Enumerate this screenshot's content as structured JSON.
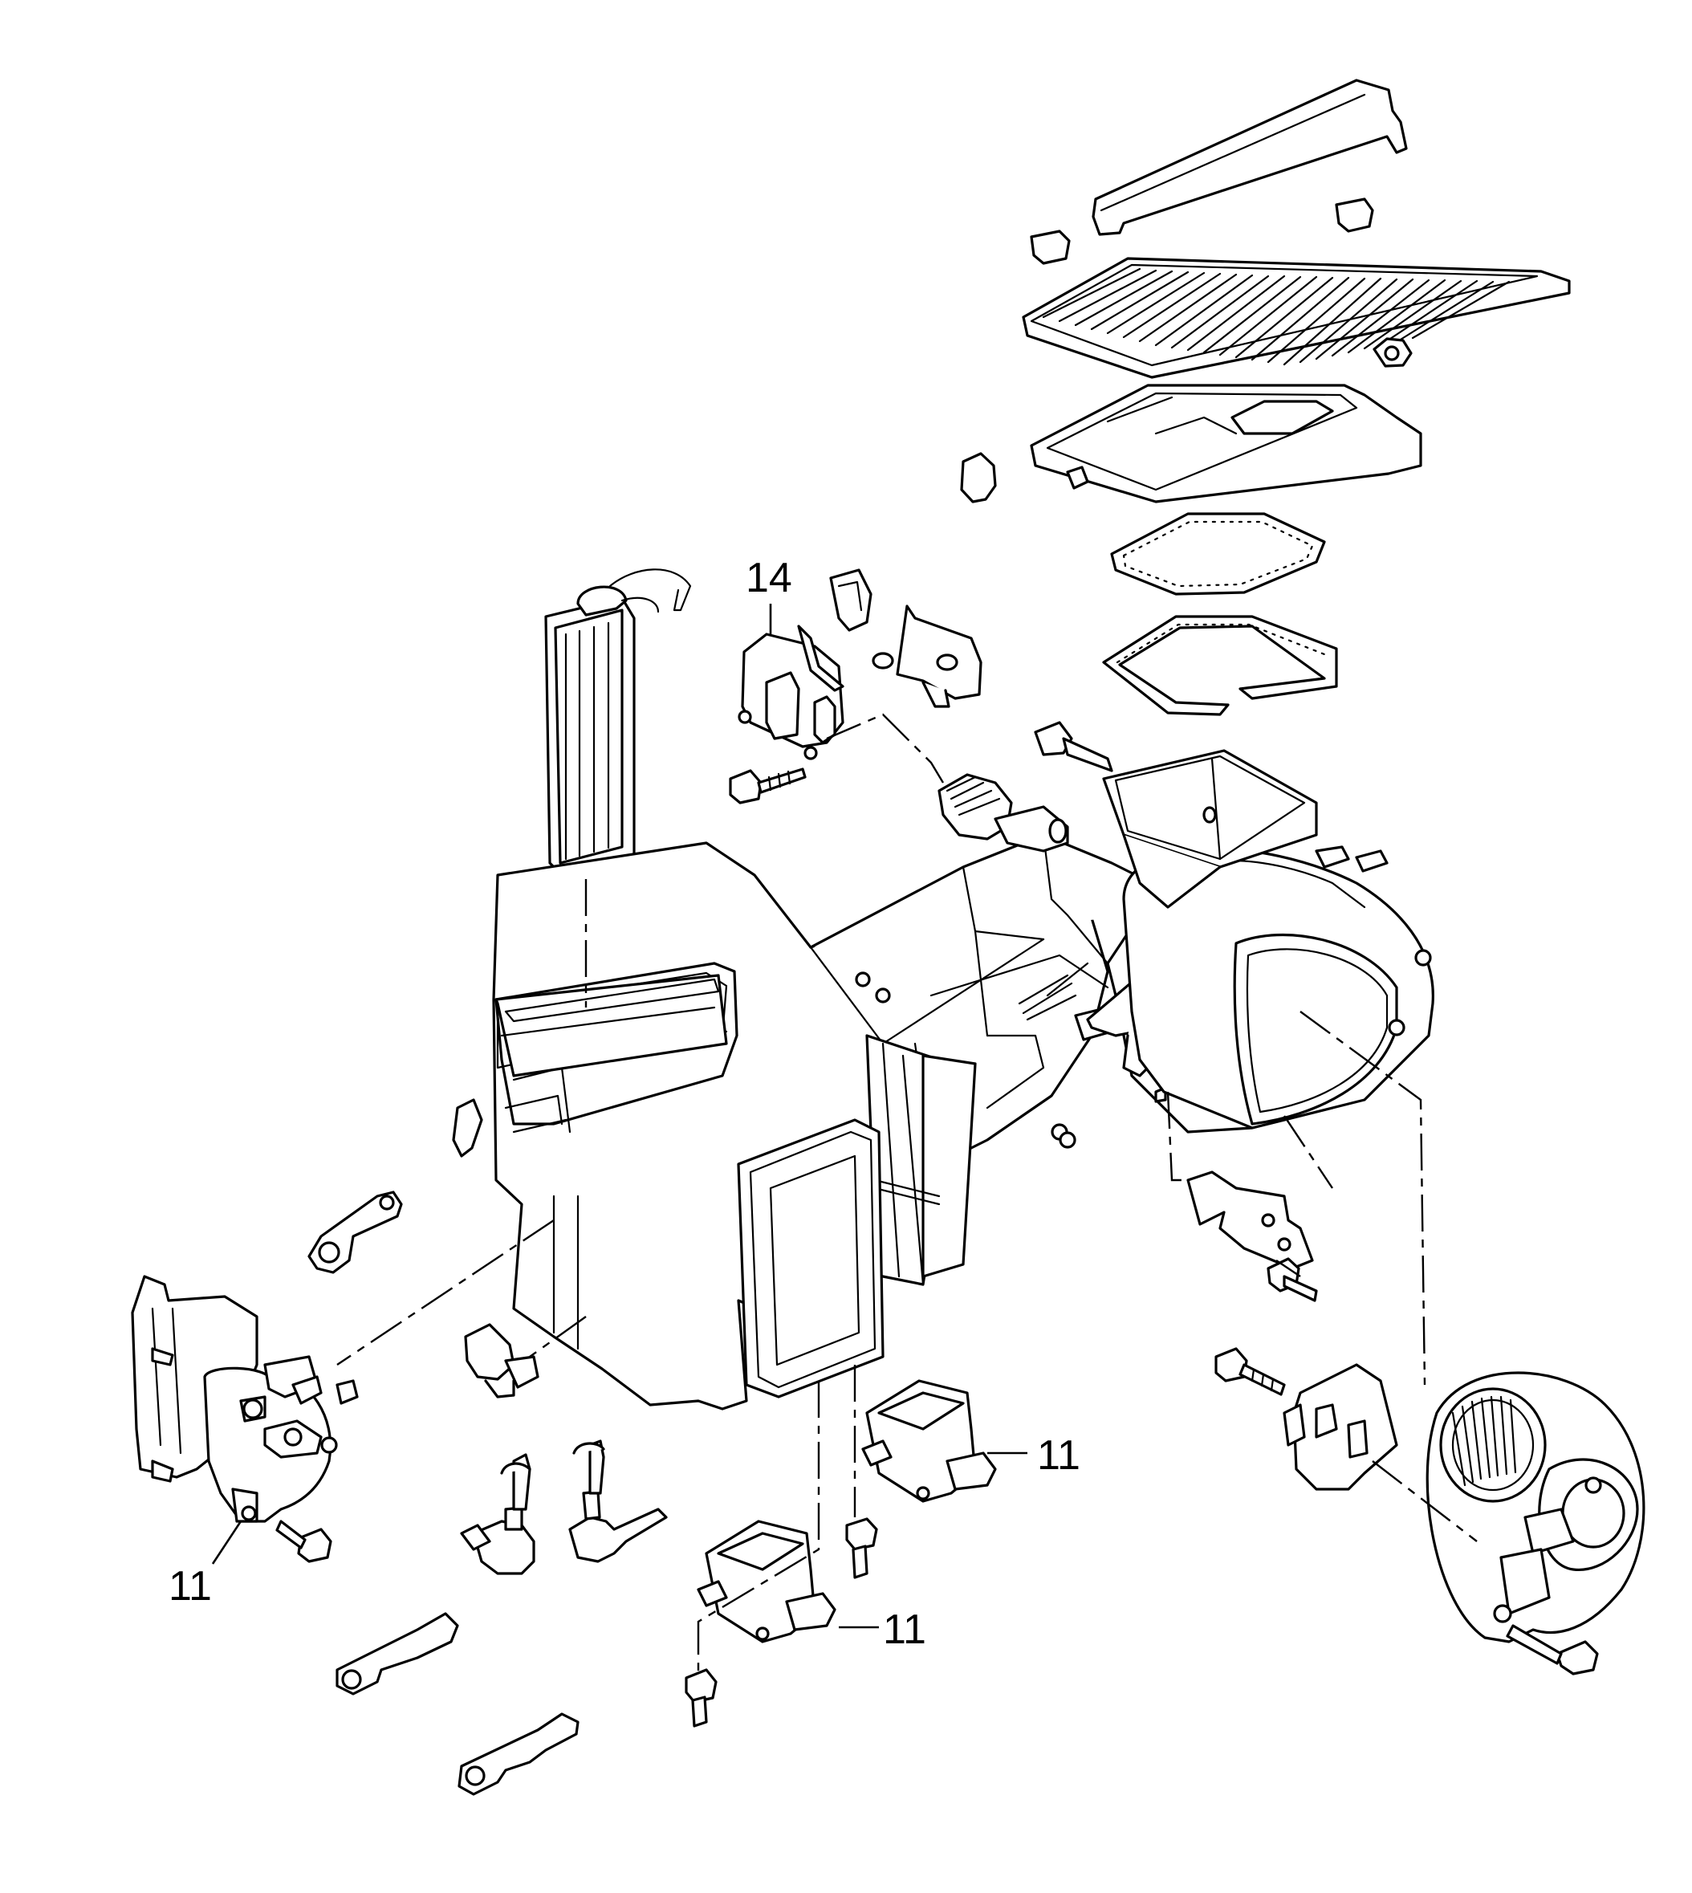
{
  "diagram": {
    "background": "#ffffff",
    "line_color": "#000000",
    "callouts": [
      {
        "id": "c14",
        "text": "14"
      },
      {
        "id": "c11a",
        "text": "11"
      },
      {
        "id": "c11b",
        "text": "11"
      },
      {
        "id": "c11c",
        "text": "11"
      }
    ]
  }
}
